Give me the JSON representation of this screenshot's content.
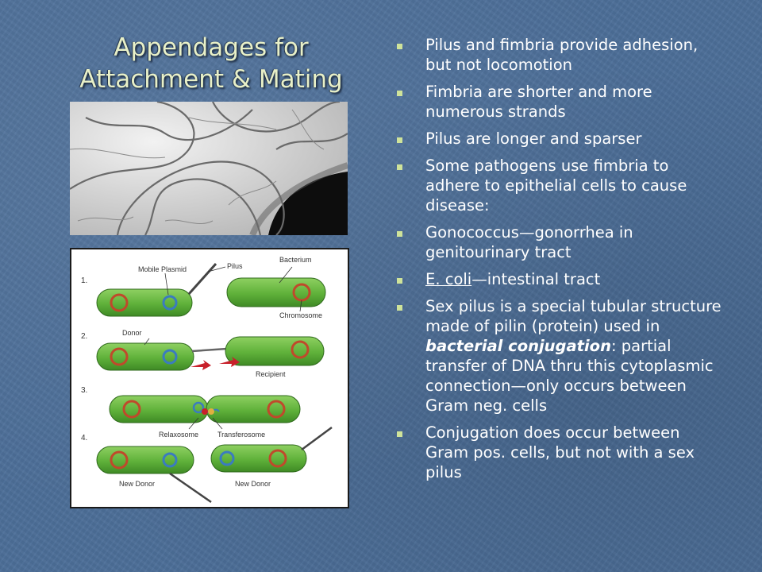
{
  "title": "Appendages for Attachment & Mating",
  "bullets": {
    "b1": "Pilus and fimbria provide adhesion, but not locomotion",
    "b2": "Fimbria are shorter and more numerous strands",
    "b3": "Pilus are longer and sparser",
    "b4": "Some pathogens use fimbria to adhere to epithelial cells to cause disease:",
    "b5": "Gonococcus—gonorrhea in genitourinary tract",
    "b6_link": "E. coli",
    "b6_rest": "—intestinal tract",
    "b7_pre": "Sex pilus is a special tubular structure made of pilin (protein) used in ",
    "b7_emph": "bacterial conjugation",
    "b7_post": ": partial transfer of DNA thru this cytoplasmic connection—only occurs between Gram neg. cells",
    "b8": "Conjugation does occur between Gram pos. cells, but not with a sex pilus"
  },
  "diagram": {
    "steps": [
      "1.",
      "2.",
      "3.",
      "4."
    ],
    "labels": {
      "mobile_plasmid": "Mobile Plasmid",
      "pilus": "Pilus",
      "bacterium": "Bacterium",
      "chromosome": "Chromosome",
      "donor": "Donor",
      "recipient": "Recipient",
      "relaxosome": "Relaxosome",
      "transferosome": "Transferosome",
      "new_donor_left": "New Donor",
      "new_donor_right": "New Donor"
    }
  },
  "colors": {
    "background": "#4d6f99",
    "title": "#e8f0c8",
    "bullet_square": "#cfe39a",
    "cell_green": "#5fb13a",
    "chromosome": "#c0492b",
    "plasmid": "#3b7bbf"
  }
}
